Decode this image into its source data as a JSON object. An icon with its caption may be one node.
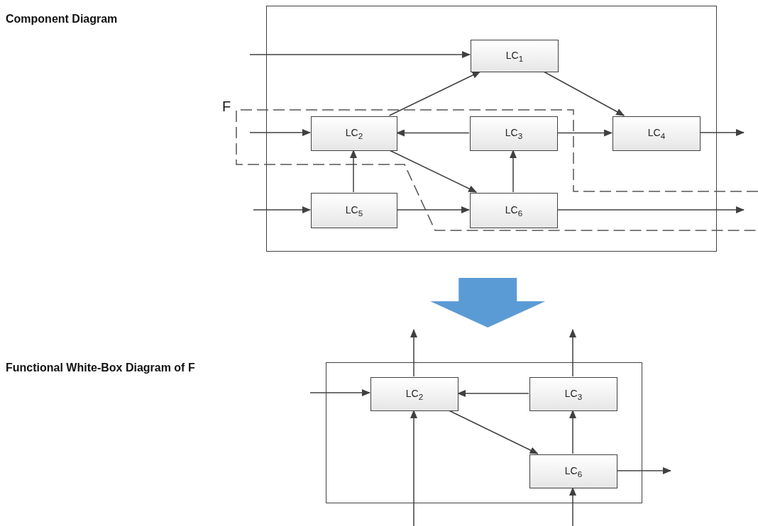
{
  "diagram": {
    "nodes": [
      {
        "text": [],
        "shape": "box"
      },
      {
        "text": [
          "LC$_{1}$"
        ],
        "in": 0
      },
      {
        "text": [
          "LC$_{2}$"
        ],
        "in": 0
      },
      {
        "text": [
          "LC$_{3}$"
        ],
        "in": 0
      },
      {
        "text": [
          "LC$_{4}$"
        ],
        "in": 0
      },
      {
        "text": [
          "LC$_{5}$"
        ],
        "in": 0
      },
      {
        "text": [
          "LC$_{6}$"
        ],
        "in": 0
      },
      {
        "text": [],
        "shape": "box"
      },
      {
        "text": [
          "LC$_{2}$"
        ],
        "in": 7
      },
      {
        "text": [
          "LC$_{3}$"
        ],
        "in": 7
      },
      {
        "text": [
          "LC$_{6}$"
        ],
        "in": 7
      }
    ],
    "edges": [
      {
        "from": null,
        "to": 1,
        "arrow": "to"
      },
      {
        "from": 1,
        "to": 4,
        "arrow": "to"
      },
      {
        "from": 2,
        "to": 1,
        "arrow": "to"
      },
      {
        "from": null,
        "to": 2,
        "arrow": "to"
      },
      {
        "from": 3,
        "to": 2,
        "arrow": "to"
      },
      {
        "from": 3,
        "to": 4,
        "arrow": "to"
      },
      {
        "from": 4,
        "to": null,
        "arrow": "to"
      },
      {
        "from": 2,
        "to": 6,
        "arrow": "to"
      },
      {
        "from": 5,
        "to": 2,
        "arrow": "to"
      },
      {
        "from": 6,
        "to": 3,
        "arrow": "to"
      },
      {
        "from": null,
        "to": 5,
        "arrow": "to"
      },
      {
        "from": 5,
        "to": 6,
        "arrow": "to"
      },
      {
        "from": 6,
        "to": null,
        "arrow": "to"
      },
      {
        "from": 0,
        "to": 7,
        "arrow": "to",
        "style": "thick",
        "color": "#5b9bd5"
      },
      {
        "from": 8,
        "to": null,
        "arrow": "to"
      },
      {
        "from": 9,
        "to": null,
        "arrow": "to"
      },
      {
        "from": null,
        "to": 8,
        "arrow": "to"
      },
      {
        "from": 9,
        "to": 8,
        "arrow": "to"
      },
      {
        "from": 8,
        "to": 10,
        "arrow": "to"
      },
      {
        "from": 10,
        "to": 9,
        "arrow": "to"
      },
      {
        "from": 10,
        "to": null,
        "arrow": "to"
      },
      {
        "from": null,
        "to": 8,
        "arrow": "to"
      },
      {
        "from": null,
        "to": 10,
        "arrow": "to"
      }
    ],
    "labels": [
      "Component Diagram",
      "F",
      "Functional White-Box Diagram of F"
    ]
  }
}
